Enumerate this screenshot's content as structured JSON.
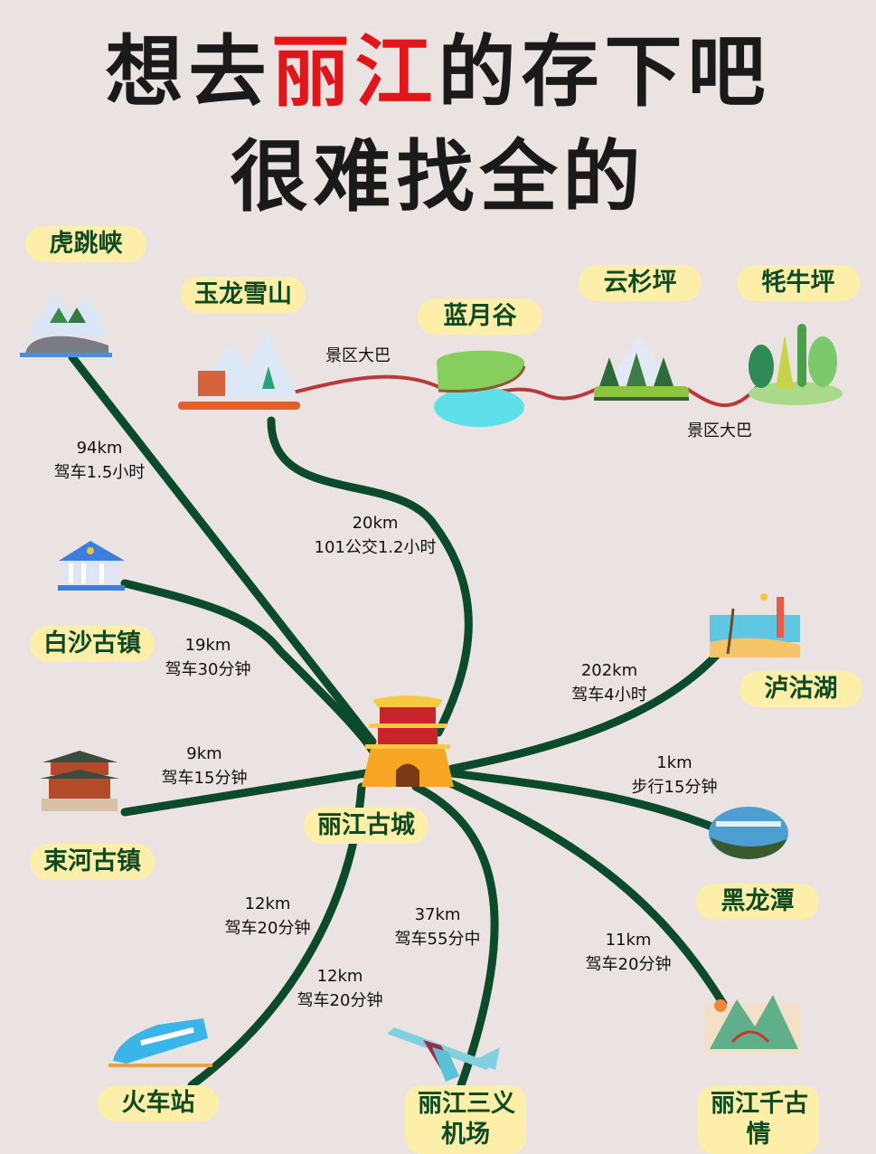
{
  "title": {
    "line1_prefix": "想去",
    "line1_highlight": "丽江",
    "line1_suffix": "的存下吧",
    "line2": "很难找全的"
  },
  "colors": {
    "background": "#ebe3e2",
    "route_line": "#0b4a2a",
    "scenic_bus_line": "#b8393a",
    "pill_bg": "#fdeeaa",
    "pill_text": "#0e4a22",
    "highlight": "#e0161b"
  },
  "center": {
    "name": "丽江古城"
  },
  "places": {
    "hutiaoxia": {
      "name": "虎跳峡",
      "distance": "94km",
      "transport": "驾车1.5小时"
    },
    "yulong": {
      "name": "玉龙雪山",
      "distance": "20km",
      "transport": "101公交1.2小时"
    },
    "lanyuegu": {
      "name": "蓝月谷"
    },
    "yunshanping": {
      "name": "云杉坪"
    },
    "maoniuping": {
      "name": "牦牛坪"
    },
    "baisha": {
      "name": "白沙古镇",
      "distance": "19km",
      "transport": "驾车30分钟"
    },
    "shuhe": {
      "name": "束河古镇",
      "distance": "9km",
      "transport": "驾车15分钟"
    },
    "lugu": {
      "name": "泸沽湖",
      "distance": "202km",
      "transport": "驾车4小时"
    },
    "heilongtan": {
      "name": "黑龙潭",
      "distance": "1km",
      "transport": "步行15分钟"
    },
    "train": {
      "name": "火车站",
      "distance": "12km",
      "transport": "驾车20分钟"
    },
    "train2": {
      "distance": "12km",
      "transport": "驾车20分钟"
    },
    "airport": {
      "name": "丽江三义机场",
      "name_line1": "丽江三义",
      "name_line2": "机场",
      "distance": "37km",
      "transport": "驾车55分中"
    },
    "qiangu": {
      "name": "丽江千古情",
      "name_line1": "丽江千古",
      "name_line2": "情",
      "distance": "11km",
      "transport": "驾车20分钟"
    }
  },
  "scenic_bus": {
    "label1": "景区大巴",
    "label2": "景区大巴"
  }
}
